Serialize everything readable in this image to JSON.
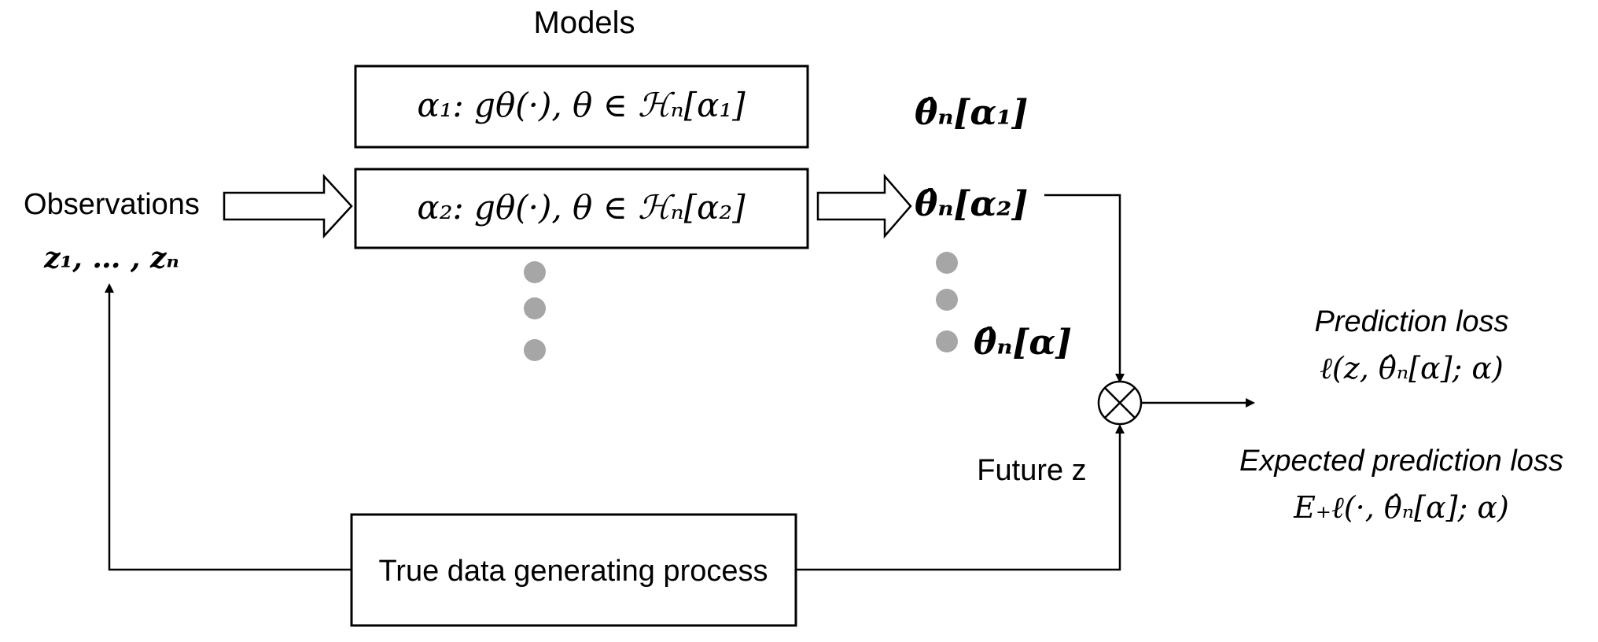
{
  "title": "Models",
  "observations": {
    "label": "Observations",
    "data": "z₁, … , zₙ"
  },
  "models": [
    {
      "text": "α₁:  gθ(·), θ ∈ ℋₙ[α₁]"
    },
    {
      "text": "α₂:  gθ(·), θ ∈ ℋₙ[α₂]"
    }
  ],
  "estimates": [
    "θ̂ₙ[α₁]",
    "θ̂ₙ[α₂]",
    "θ̂ₙ[α]"
  ],
  "future": "Future z",
  "prediction_loss": {
    "title": "Prediction loss",
    "formula": "ℓ(z, θ̂ₙ[α]; α)"
  },
  "expected_loss": {
    "title": "Expected prediction loss",
    "formula": "E₊ℓ(·, θ̂ₙ[α]; α)"
  },
  "process": "True data generating process",
  "colors": {
    "ink": "#000000",
    "dots": "#a6a6a6"
  }
}
